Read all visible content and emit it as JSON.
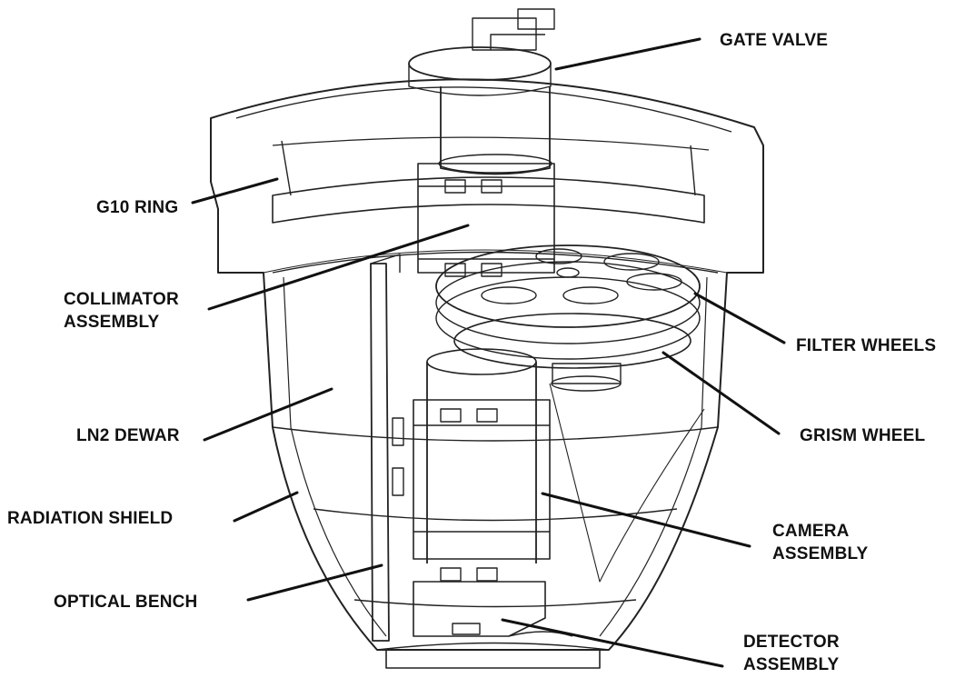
{
  "colors": {
    "ink": "#111111",
    "background": "#ffffff"
  },
  "labels": {
    "gate_valve": "GATE VALVE",
    "g10_ring": "G10 RING",
    "collimator_1": "COLLIMATOR",
    "collimator_2": "ASSEMBLY",
    "filter_wheels": "FILTER WHEELS",
    "ln2_dewar": "LN2 DEWAR",
    "grism_wheel": "GRISM WHEEL",
    "radiation_shield": "RADIATION SHIELD",
    "camera_1": "CAMERA",
    "camera_2": "ASSEMBLY",
    "optical_bench": "OPTICAL BENCH",
    "detector_1": "DETECTOR",
    "detector_2": "ASSEMBLY"
  }
}
